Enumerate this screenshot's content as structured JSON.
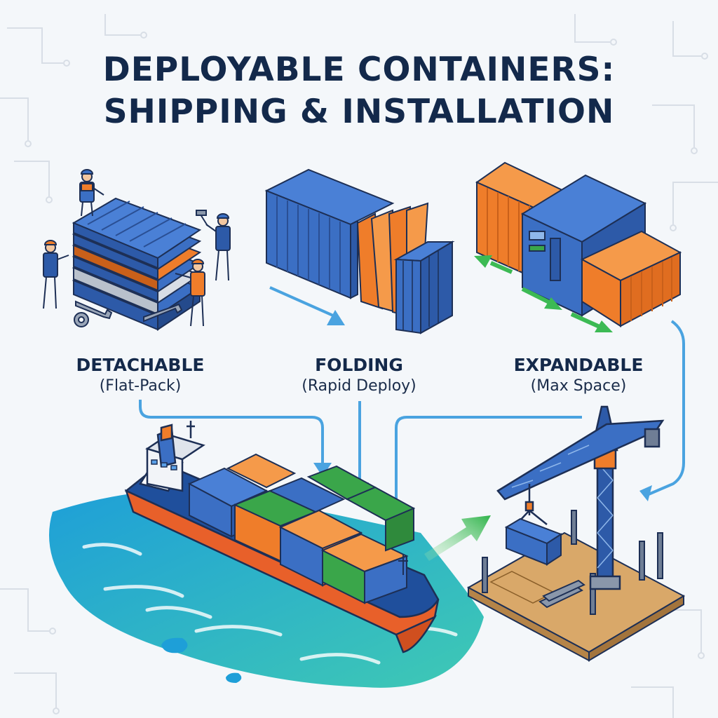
{
  "title": {
    "line1": "DEPLOYABLE CONTAINERS:",
    "line2": "SHIPPING & INSTALLATION"
  },
  "types": [
    {
      "name": "DETACHABLE",
      "detail": "(Flat-Pack)"
    },
    {
      "name": "FOLDING",
      "detail": "(Rapid Deploy)"
    },
    {
      "name": "EXPANDABLE",
      "detail": "(Max Space)"
    }
  ],
  "colors": {
    "title": "#13294b",
    "container_blue": "#3b6fc4",
    "container_orange": "#ef7d2a",
    "container_green": "#3aa64a",
    "flow_arrow": "#4aa3e0",
    "transfer_arrow": "#3cba54",
    "sea": "#2aa7d6",
    "ship_hull": "#1f4f9c",
    "ship_bottom": "#e8602a",
    "site_ground": "#d9a869"
  },
  "icons": [
    "wrench-icon",
    "gear-icon",
    "hammer-icon",
    "crane-icon",
    "cargo-ship-icon"
  ]
}
